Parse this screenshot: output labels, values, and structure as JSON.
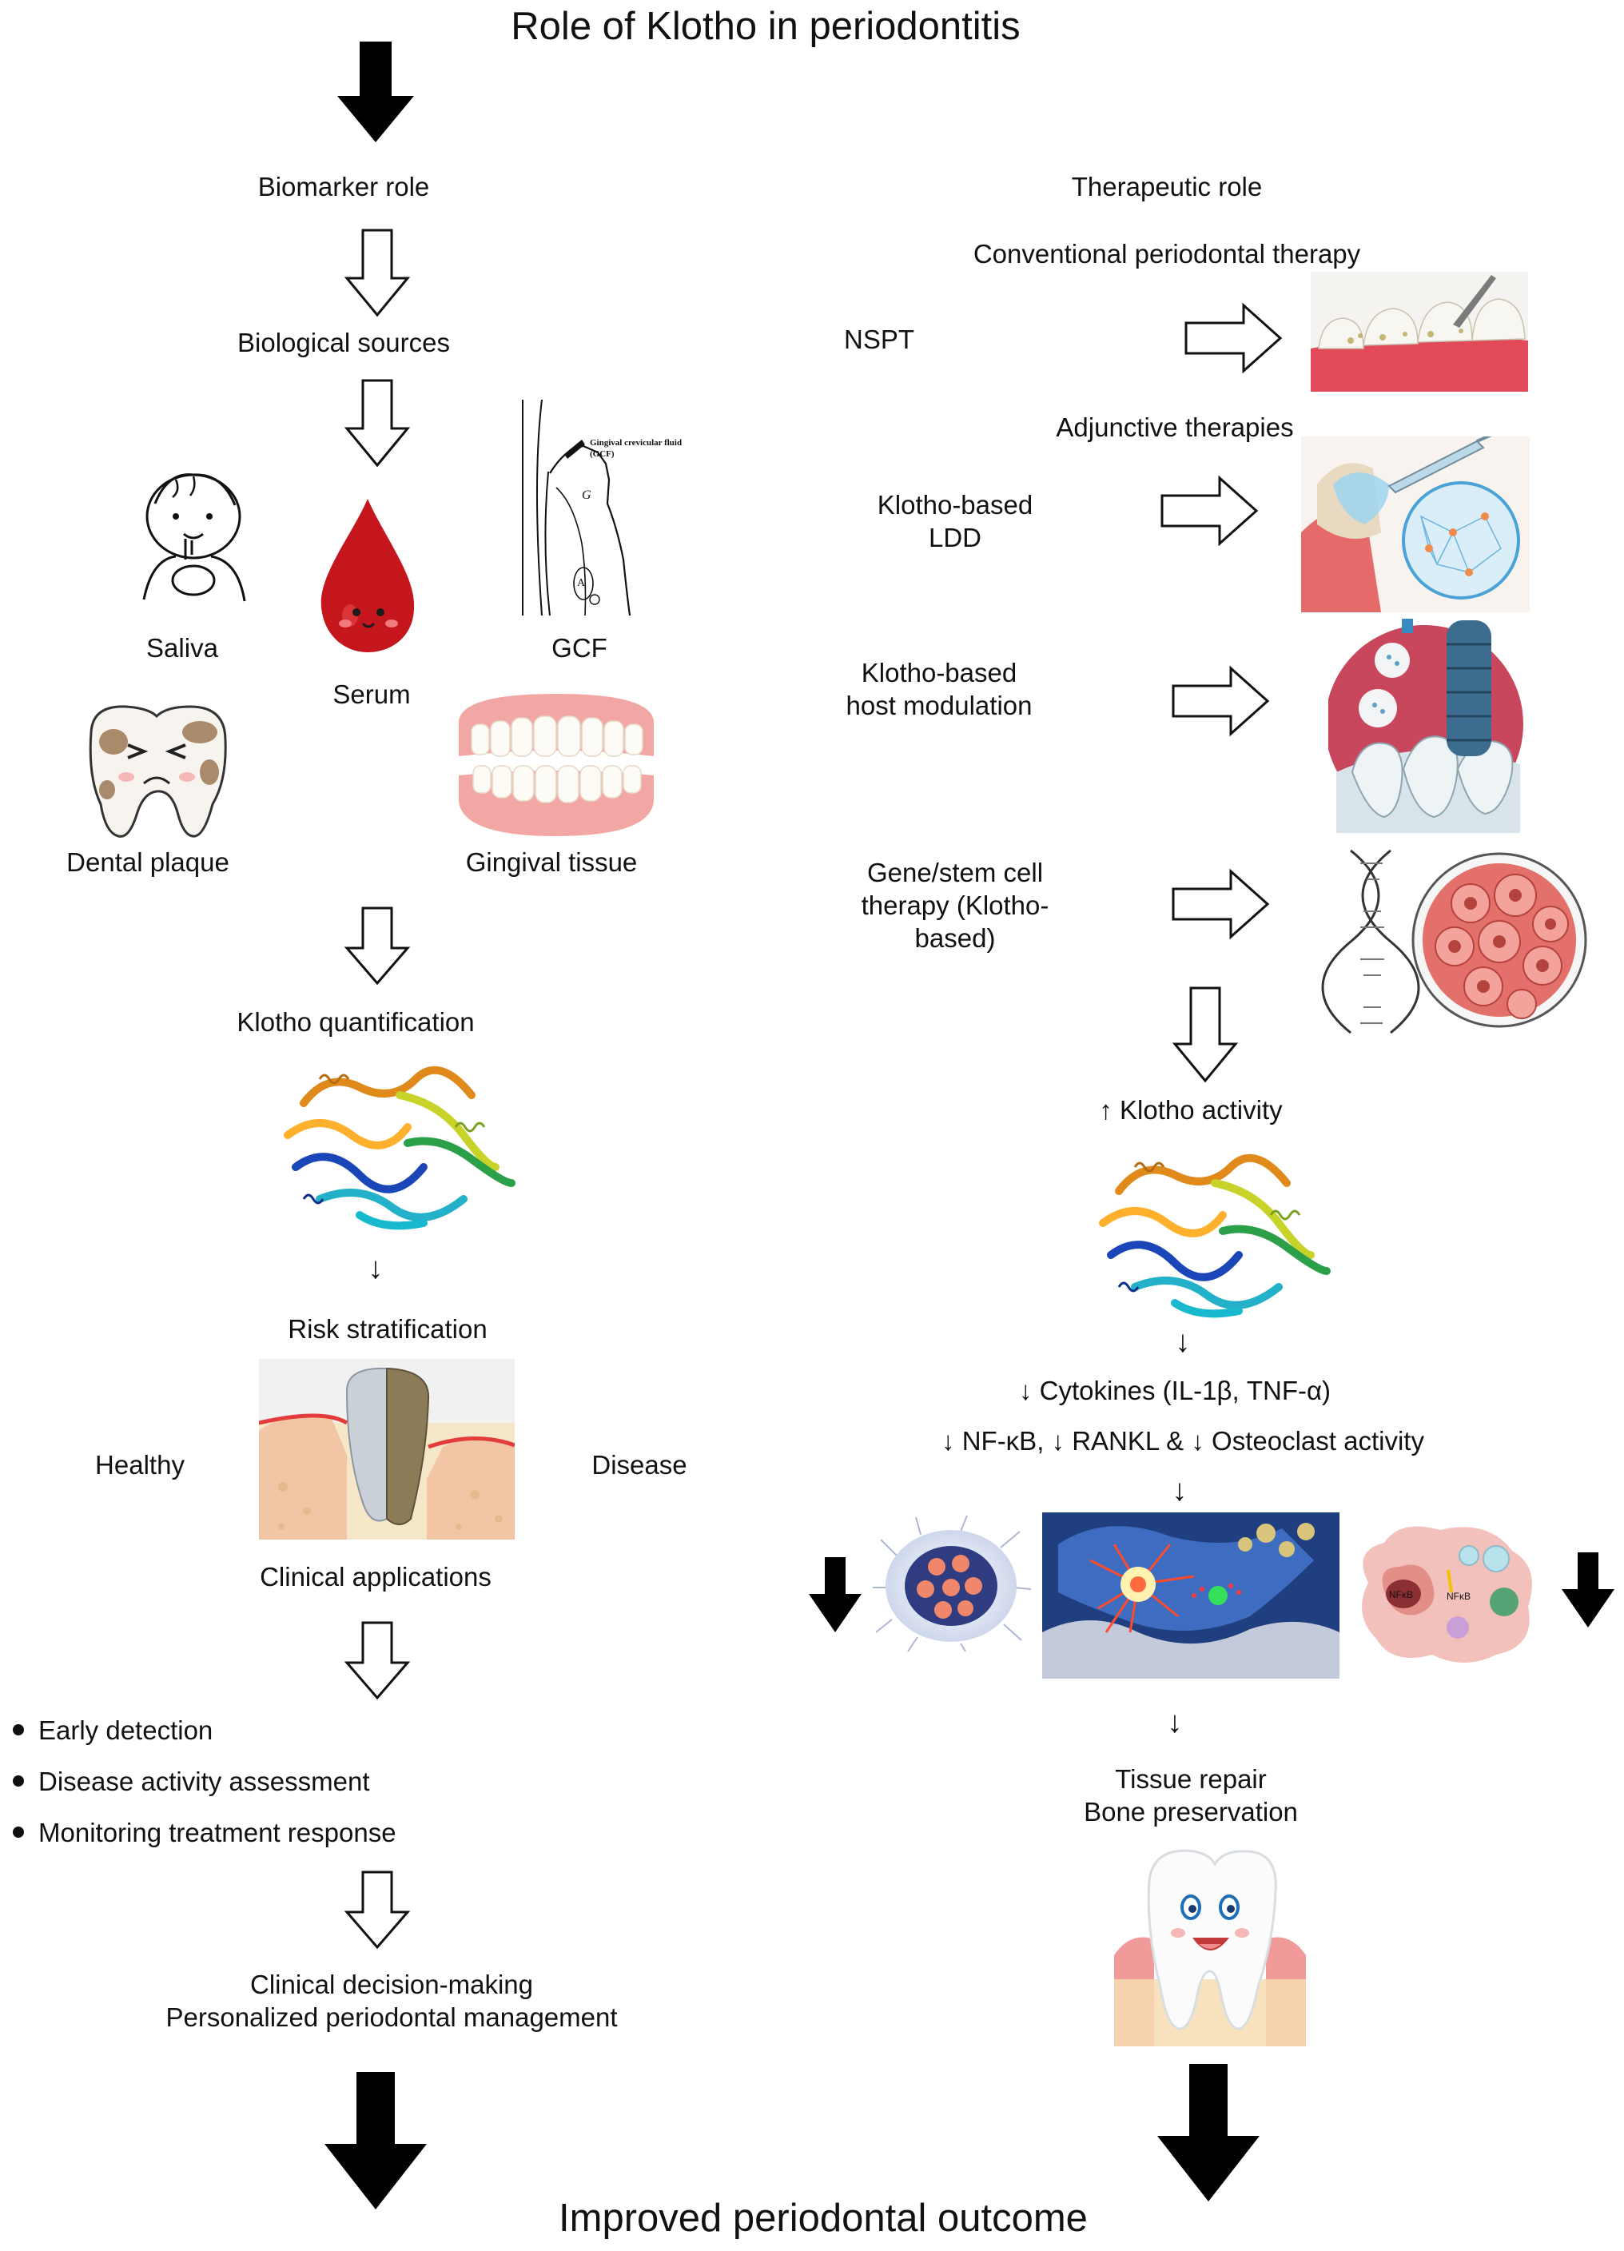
{
  "title": "Role of Klotho in periodontitis",
  "footer": "Improved periodontal outcome",
  "left": {
    "heading": "Biomarker role",
    "biological_sources": "Biological sources",
    "sources": {
      "saliva": "Saliva",
      "serum": "Serum",
      "gcf": "GCF",
      "dental_plaque": "Dental plaque",
      "gingival_tissue": "Gingival tissue"
    },
    "gcf_inset": {
      "line1": "Gingival crevicular fluid",
      "line2": "(GCF)",
      "g": "G",
      "a": "A"
    },
    "klotho_quantification": "Klotho quantification",
    "small_arrow": "↓",
    "risk_stratification": "Risk stratification",
    "healthy": "Healthy",
    "disease": "Disease",
    "clinical_applications": "Clinical applications",
    "applications": [
      "Early detection",
      "Disease activity assessment",
      "Monitoring treatment response"
    ],
    "decision_line1": "Clinical decision-making",
    "decision_line2": "Personalized periodontal management"
  },
  "right": {
    "heading": "Therapeutic role",
    "conventional": "Conventional periodontal therapy",
    "nspt": "NSPT",
    "adjunctive": "Adjunctive therapies",
    "ldd_line1": "Klotho-based",
    "ldd_line2": "LDD",
    "host_line1": "Klotho-based",
    "host_line2": "host modulation",
    "gene_line1": "Gene/stem cell",
    "gene_line2": "therapy (Klotho-",
    "gene_line3": "based)",
    "klotho_activity": "↑ Klotho activity",
    "small_arrow": "↓",
    "cytokines": "↓ Cytokines (IL-1β, TNF-α)",
    "nfkb": "↓ NF-κB, ↓ RANKL & ↓ Osteoclast activity",
    "nfkb_label": "NFκB",
    "tissue_repair": "Tissue repair",
    "bone_preservation": "Bone preservation"
  }
}
